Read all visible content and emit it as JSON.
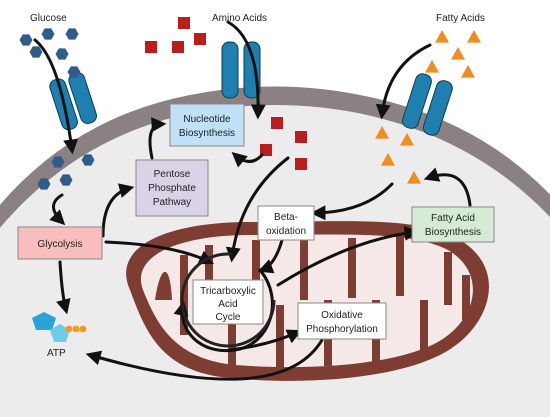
{
  "molecules": {
    "glucose": "Glucose",
    "amino_acids": "Amino Acids",
    "fatty_acids": "Fatty Acids",
    "atp": "ATP"
  },
  "boxes": {
    "nucleotide": [
      "Nucleotide",
      "Biosynthesis"
    ],
    "pentose": [
      "Pentose",
      "Phosphate",
      "Pathway"
    ],
    "glycolysis": [
      "Glycolysis"
    ],
    "beta": [
      "Beta-",
      "oxidation"
    ],
    "fatty_synth": [
      "Fatty Acid",
      "Biosynthesis"
    ],
    "tca": [
      "Tricarboxylic",
      "Acid",
      "Cycle"
    ],
    "oxphos": [
      "Oxidative",
      "Phosphorylation"
    ]
  },
  "colors": {
    "cytoplasm": "#ECECEC",
    "membrane": "#8C8182",
    "mito_outer": "#7E3D33",
    "mito_inner": "#F4E9E6",
    "transporter": "#1F7FAE",
    "glucose": "#2F5C8A",
    "amino_acid": "#B81E1E",
    "fatty_acid": "#F28C1E",
    "nucleotide_box": "#BFE0F7",
    "pentose_box": "#DAD3E7",
    "glycolysis_box": "#F9BDBD",
    "fatty_synth_box": "#D5EBD4",
    "atp_accent": "#2BA3D6",
    "atp_phosphate": "#F39A1E"
  }
}
